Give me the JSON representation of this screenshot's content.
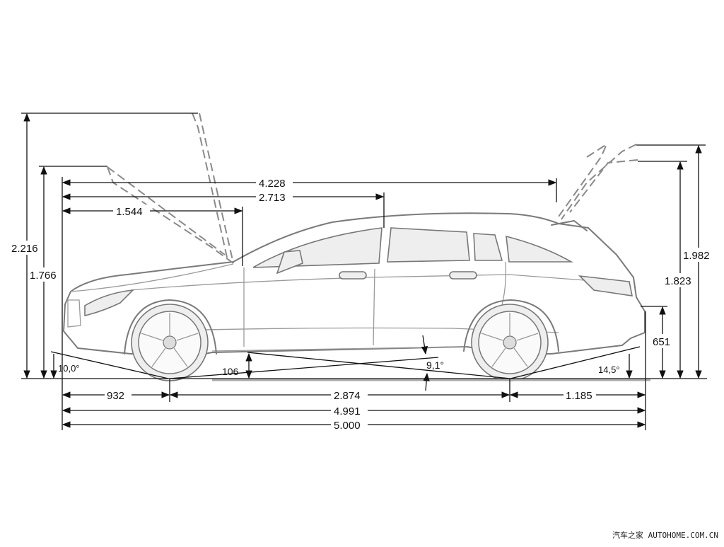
{
  "dimensions": {
    "height_hood_open": "2.216",
    "height_tailgate_open": "1.982",
    "height_front_hood_lower": "1.766",
    "height_roof_rear": "1.823",
    "rear_bumper_height": "651",
    "approach_angle": "10,0°",
    "departure_angle": "14,5°",
    "breakover_angle": "9,1°",
    "ground_clearance": "106",
    "tailgate_open_length": "4.228",
    "cabin_length": "2.713",
    "hood_length": "1.544",
    "front_overhang": "932",
    "wheelbase": "2.874",
    "rear_overhang": "1.185",
    "overall_length": "4.991",
    "total_length": "5.000"
  },
  "watermark": "汽车之家 AUTOHOME.COM.CN",
  "colors": {
    "line": "#111111",
    "car": "#7a7a7a",
    "background": "#ffffff"
  }
}
